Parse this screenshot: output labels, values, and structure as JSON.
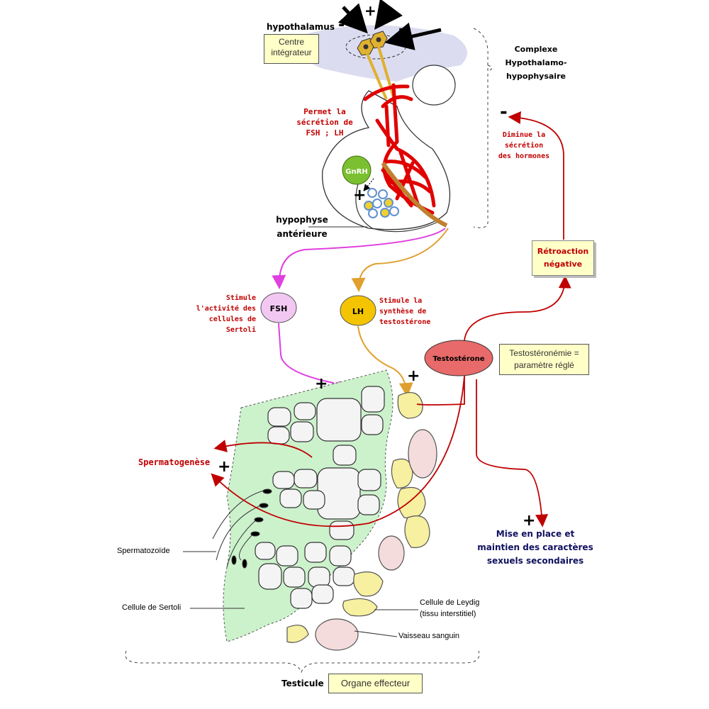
{
  "hypothalamus": "hypothalamus",
  "centre_integrateur": "Centre intégrateur",
  "complexe": "Complexe Hypothalamo-hypophysaire",
  "permet": "Permet la sécrétion de FSH ; LH",
  "gnrh": "GnRH",
  "hypophyse": "hypophyse antérieure",
  "diminue": "Diminue la sécrétion des hormones",
  "retroaction": "Rétroaction négative",
  "fsh": "FSH",
  "lh": "LH",
  "stimule_fsh": "Stimule l'activité des cellules de Sertoli",
  "stimule_lh": "Stimule la synthèse de testostérone",
  "testosterone": "Testostérone",
  "testosteronemie": "Testostéronémie = paramètre réglé",
  "spermatogenese": "Spermatogenèse",
  "mise_en_place": "Mise en place et maintien des caractères sexuels secondaires",
  "spermatozoide": "Spermatozoïde",
  "sertoli": "Cellule de Sertoli",
  "leydig": "Cellule de Leydig (tissu interstitiel)",
  "vaisseau": "Vaisseau sanguin",
  "testicule": "Testicule",
  "organe_effecteur": "Organe effecteur",
  "signs": {
    "plus": "+",
    "minus": "-"
  },
  "colors": {
    "red": "#c00000",
    "fsh_arrow": "#e040e0",
    "lh_arrow": "#e0a030",
    "seminiferous": "#ccf2cc",
    "leydig": "#f6f0a0",
    "pituitary_bg": "#dcdcf0",
    "box_fill": "#ffffc8"
  }
}
